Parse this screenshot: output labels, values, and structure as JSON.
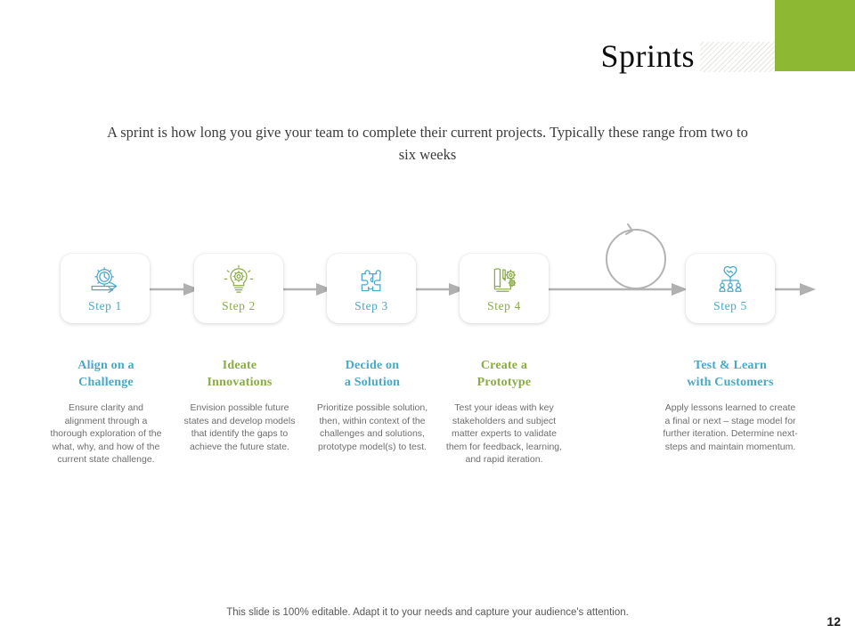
{
  "slide": {
    "title": "Sprints",
    "subtitle": "A sprint is how long you give your team to complete their current projects. Typically these range from two to six weeks",
    "footer_note": "This slide is 100% editable. Adapt it to your needs and capture your audience's attention.",
    "page_number": "12"
  },
  "colors": {
    "accent_green": "#8cb833",
    "teal": "#4aa7c6",
    "olive": "#8aab46",
    "connector_gray": "#b3b3b3",
    "body_text": "#6d6d6d"
  },
  "steps": [
    {
      "label": "Step 1",
      "icon": "gear-clock-arrow-icon",
      "icon_color": "teal",
      "heading": "Align on a\nChallenge",
      "heading_line1": "Align on a",
      "heading_line2": "Challenge",
      "heading_color": "teal",
      "body": "Ensure clarity and alignment through a thorough exploration of the  what, why,  and how of the current state challenge."
    },
    {
      "label": "Step 2",
      "icon": "lightbulb-gear-icon",
      "icon_color": "olive",
      "heading": "Ideate\nInnovations",
      "heading_line1": "Ideate",
      "heading_line2": "Innovations",
      "heading_color": "olive",
      "body": "Envision possible future states and develop models that identify the gaps to achieve the future state."
    },
    {
      "label": "Step  3",
      "icon": "puzzle-pieces-icon",
      "icon_color": "teal",
      "heading": "Decide on\na Solution",
      "heading_line1": "Decide on",
      "heading_line2": "a Solution",
      "heading_color": "teal",
      "body": "Prioritize possible solution, then, within context of the challenges and solutions, prototype model(s) to test."
    },
    {
      "label": "Step  4",
      "icon": "blueprint-gears-icon",
      "icon_color": "olive",
      "heading": "Create a\nPrototype",
      "heading_line1": "Create a",
      "heading_line2": "Prototype",
      "heading_color": "olive",
      "body": "Test your ideas with key stakeholders and subject matter experts to validate them for feedback, learning, and rapid iteration."
    },
    {
      "label": "Step  5",
      "icon": "heart-handshake-people-icon",
      "icon_color": "teal",
      "heading": "Test & Learn\nwith Customers",
      "heading_line1": "Test & Learn",
      "heading_line2": "with Customers",
      "heading_color": "teal",
      "body": "Apply lessons learned to create a final or next – stage model for further iteration. Determine next-steps and maintain momentum."
    }
  ],
  "flow": {
    "loop_icon": "circular-loop-arrow-icon",
    "arrow_icon": "arrow-right-icon"
  }
}
